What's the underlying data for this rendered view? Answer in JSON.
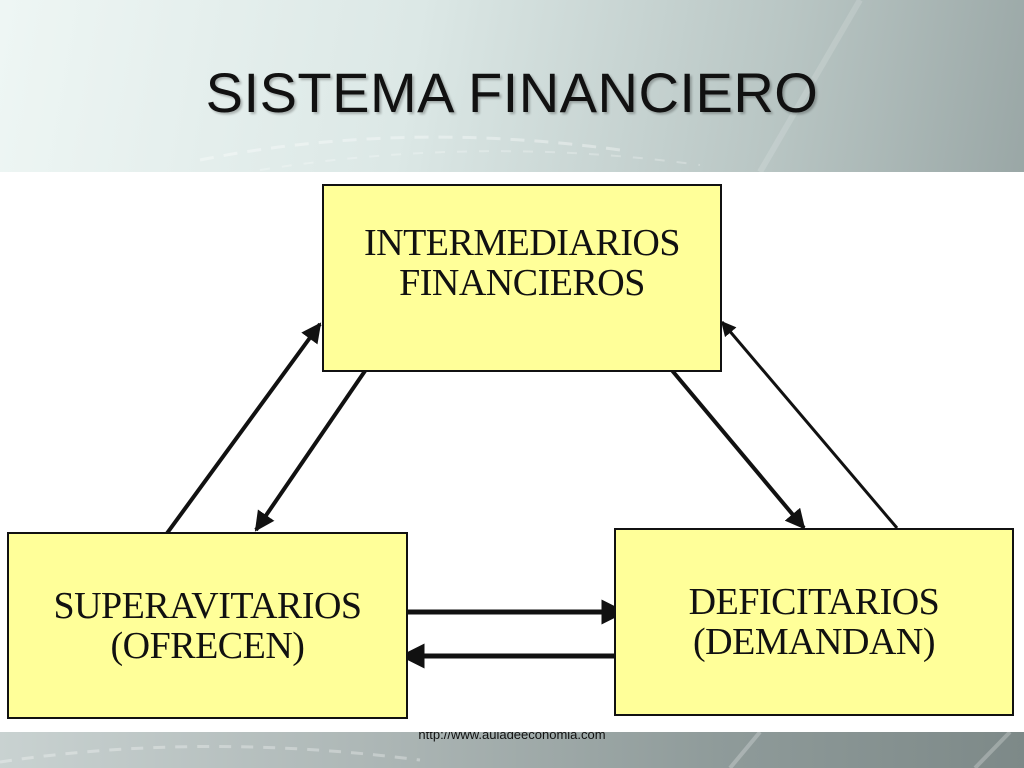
{
  "slide": {
    "title": "SISTEMA FINANCIERO",
    "footer_url": "http://www.auladeeconomia.com"
  },
  "diagram": {
    "nodes": {
      "intermediarios": {
        "line1": "INTERMEDIARIOS",
        "line2": "FINANCIEROS"
      },
      "superavitarios": {
        "line1": "SUPERAVITARIOS",
        "line2": "(OFRECEN)"
      },
      "deficitarios": {
        "line1": "DEFICITARIOS",
        "line2": "(DEMANDAN)"
      }
    },
    "edges": [
      {
        "from": "superavitarios",
        "to": "intermediarios"
      },
      {
        "from": "intermediarios",
        "to": "superavitarios"
      },
      {
        "from": "intermediarios",
        "to": "deficitarios"
      },
      {
        "from": "deficitarios",
        "to": "intermediarios"
      },
      {
        "from": "superavitarios",
        "to": "deficitarios"
      },
      {
        "from": "deficitarios",
        "to": "superavitarios"
      }
    ]
  },
  "colors": {
    "box_fill": "#ffff99",
    "box_border": "#111111",
    "arrow": "#111111"
  }
}
